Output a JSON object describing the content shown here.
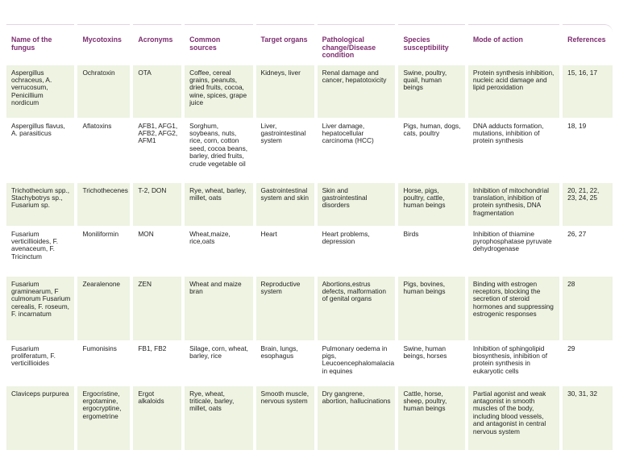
{
  "headers": [
    "Name of the fungus",
    "Mycotoxins",
    "Acronyms",
    "Common sources",
    "Target organs",
    "Pathological change/Disease condition",
    "Species susceptibility",
    "Mode of action",
    "References"
  ],
  "rows": [
    {
      "fungus": "Aspergillus ochraceus, A. verrucosum, Penicillium nordicum",
      "mycotoxin": "Ochratoxin",
      "acronym": "OTA",
      "sources": "Coffee, cereal grains, peanuts, dried fruits, cocoa, wine, spices, grape juice",
      "organs": "Kidneys, liver",
      "pathology": "Renal damage and cancer, hepatotoxicity",
      "species": "Swine, poultry, quail, human beings",
      "mode": "Protein synthesis inhibition, nucleic acid damage and lipid peroxidation",
      "refs": "15, 16, 17"
    },
    {
      "fungus": "Aspergillus flavus, A. parasiticus",
      "mycotoxin": "Aflatoxins",
      "acronym": "AFB1, AFG1, AFB2, AFG2, AFM1",
      "sources": "Sorghum, soybeans, nuts, rice, corn, cotton seed, cocoa beans, barley, dried fruits, crude vegetable oil",
      "organs": "Liver, gastrointestinal system",
      "pathology": "Liver damage, hepatocellular carcinoma (HCC)",
      "species": "Pigs, human, dogs, cats, poultry",
      "mode": "DNA adducts formation, mutations, inhibition of protein synthesis",
      "refs": "18, 19"
    },
    {
      "fungus": "Trichothecium spp., Stachybotrys sp., Fusarium sp.",
      "mycotoxin": "Trichothecenes",
      "acronym": "T-2, DON",
      "sources": "Rye, wheat, barley, millet, oats",
      "organs": "Gastrointestinal system and skin",
      "pathology": "Skin and gastrointestinal disorders",
      "species": "Horse, pigs, poultry, cattle, human beings",
      "mode": "Inhibition of mitochondrial translation, inhibition of protein synthesis, DNA fragmentation",
      "refs": "20, 21, 22, 23, 24, 25"
    },
    {
      "fungus": "Fusarium verticillioides, F. avenaceum, F. Tricinctum",
      "mycotoxin": "Moniliformin",
      "acronym": "MON",
      "sources": "Wheat,maize, rice,oats",
      "organs": "Heart",
      "pathology": "Heart problems, depression",
      "species": "Birds",
      "mode": "Inhibition of thiamine pyrophosphatase pyruvate dehydrogenase",
      "refs": "26, 27"
    },
    {
      "fungus": "Fusarium graminearum, F culmorum Fusarium cerealis, F. roseum, F. incarnatum",
      "mycotoxin": "Zearalenone",
      "acronym": "ZEN",
      "sources": "Wheat and maize bran",
      "organs": "Reproductive system",
      "pathology": "Abortions,estrus defects, malformation of genital organs",
      "species": "Pigs, bovines, human beings",
      "mode": "Binding with estrogen receptors, blocking the secretion of steroid hormones and suppressing estrogenic responses",
      "refs": "28"
    },
    {
      "fungus": "Fusarium proliferatum, F. verticillioides",
      "mycotoxin": "Fumonisins",
      "acronym": "FB1, FB2",
      "sources": "Silage, corn, wheat, barley, rice",
      "organs": "Brain, lungs, esophagus",
      "pathology": "Pulmonary oedema in pigs, Leucoencephalomalacia in equines",
      "species": "Swine, human beings, horses",
      "mode": "Inhibition of sphingolipid biosynthesis, inhibition of protein synthesis in eukaryotic cells",
      "refs": "29"
    },
    {
      "fungus": "Claviceps purpurea",
      "mycotoxin": "Ergocristine, ergotamine, ergocryptine, ergometrine",
      "acronym": "Ergot alkaloids",
      "sources": "Rye, wheat, triticale, barley, millet, oats",
      "organs": "Smooth muscle, nervous system",
      "pathology": "Dry gangrene, abortion, hallucinations",
      "species": "Cattle, horse, sheep, poultry, human beings",
      "mode": "Partial agonist and weak antagonist in smooth muscles of the body, including blood vessels, and antagonist in central nervous system",
      "refs": "30, 31, 32"
    }
  ],
  "colors": {
    "header_text": "#7b2d6e",
    "row_tint": "#eef3e2",
    "border": "#e2d4e0"
  }
}
